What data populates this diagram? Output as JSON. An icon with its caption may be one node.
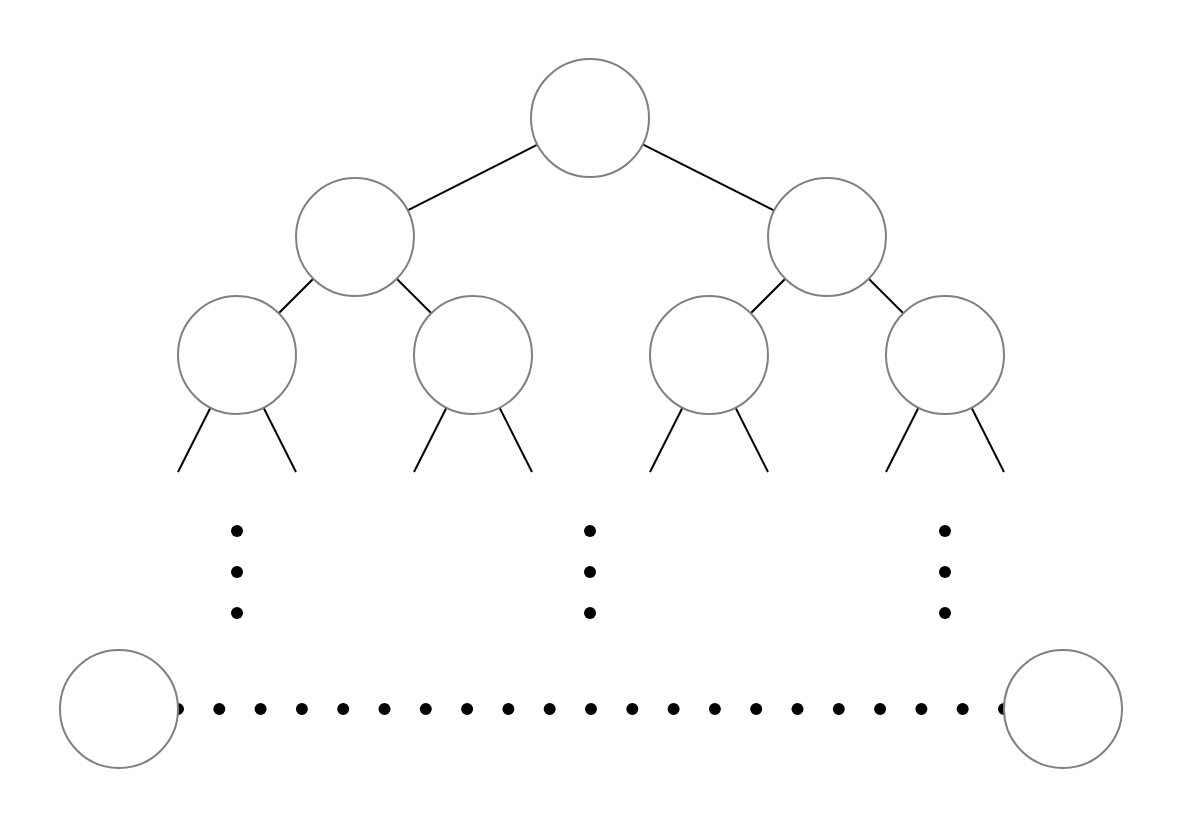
{
  "diagram": {
    "nodes": [
      {
        "text": [],
        "shape": "circle"
      },
      {
        "text": [],
        "shape": "circle"
      },
      {
        "text": [],
        "shape": "circle"
      },
      {
        "text": [],
        "shape": "circle"
      },
      {
        "text": [],
        "shape": "circle"
      },
      {
        "text": [],
        "shape": "circle"
      },
      {
        "text": [],
        "shape": "circle"
      },
      {
        "text": [],
        "shape": "circle"
      },
      {
        "text": [],
        "shape": "circle"
      }
    ],
    "edges": [
      {
        "from": 0,
        "to": 1,
        "arrow": "none"
      },
      {
        "from": 0,
        "to": 2,
        "arrow": "none"
      },
      {
        "from": 1,
        "to": 3,
        "arrow": "none"
      },
      {
        "from": 1,
        "to": 4,
        "arrow": "none"
      },
      {
        "from": 2,
        "to": 5,
        "arrow": "none"
      },
      {
        "from": 2,
        "to": 6,
        "arrow": "none"
      },
      {
        "from": 3,
        "to": null,
        "arrow": "none"
      },
      {
        "from": 3,
        "to": null,
        "arrow": "none"
      },
      {
        "from": 4,
        "to": null,
        "arrow": "none"
      },
      {
        "from": 4,
        "to": null,
        "arrow": "none"
      },
      {
        "from": 5,
        "to": null,
        "arrow": "none"
      },
      {
        "from": 5,
        "to": null,
        "arrow": "none"
      },
      {
        "from": 6,
        "to": null,
        "arrow": "none"
      },
      {
        "from": 6,
        "to": null,
        "arrow": "none"
      },
      {
        "from": 7,
        "to": 8,
        "arrow": "none",
        "style": "dashed"
      }
    ]
  }
}
